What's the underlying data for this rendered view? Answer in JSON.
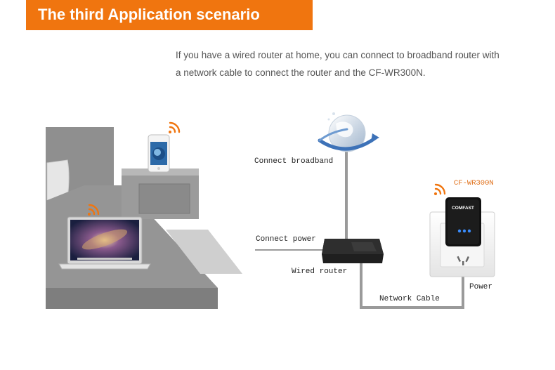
{
  "header": {
    "title": "The third Application scenario"
  },
  "description": {
    "line1": "If you have a wired router at home, you can connect to broadband router with",
    "line2": "a network cable to connect the router and the CF-WR300N."
  },
  "labels": {
    "connect_broadband": "Connect broadband",
    "connect_power": "Connect power",
    "wired_router": "Wired router",
    "network_cable": "Network Cable",
    "power": "Power",
    "device_model": "CF-WR300N",
    "device_brand": "COMFAST"
  },
  "colors": {
    "accent": "#f0750f",
    "cable": "#9a9a9a",
    "furniture": "#8c8c8c"
  },
  "icons": [
    "wifi-icon",
    "globe-icon",
    "router-icon",
    "laptop-icon",
    "phone-icon",
    "repeater-icon",
    "outlet-icon"
  ]
}
